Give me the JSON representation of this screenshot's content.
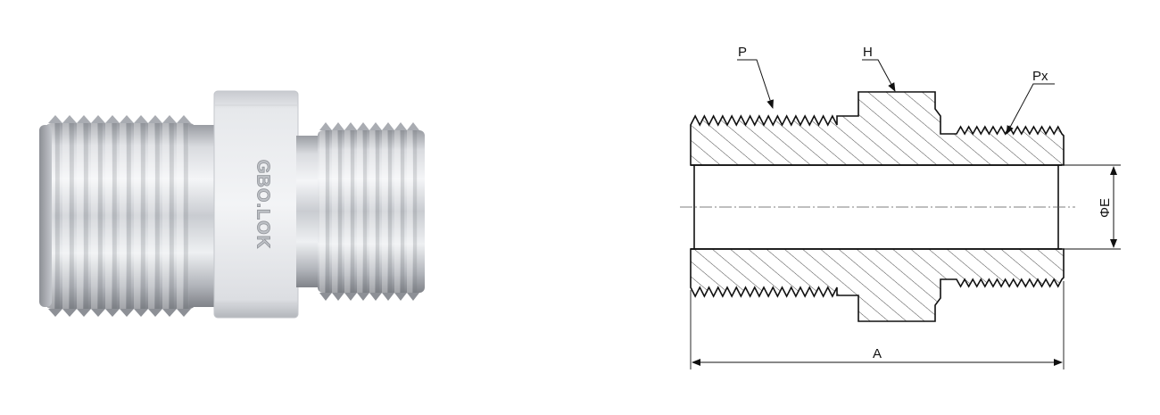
{
  "photo": {
    "brand_engraving": "GBO.LOK",
    "colors": {
      "steel_light": "#f2f3f5",
      "steel_mid": "#b9bcc2",
      "steel_dark": "#7d8087"
    }
  },
  "drawing": {
    "labels": {
      "pipe_thread_large": "P",
      "hex": "H",
      "pipe_thread_small": "Px",
      "bore_diameter": "ΦE",
      "overall_length": "A"
    },
    "colors": {
      "line": "#111111",
      "hatch": "#333333",
      "centerline": "#555555"
    }
  }
}
